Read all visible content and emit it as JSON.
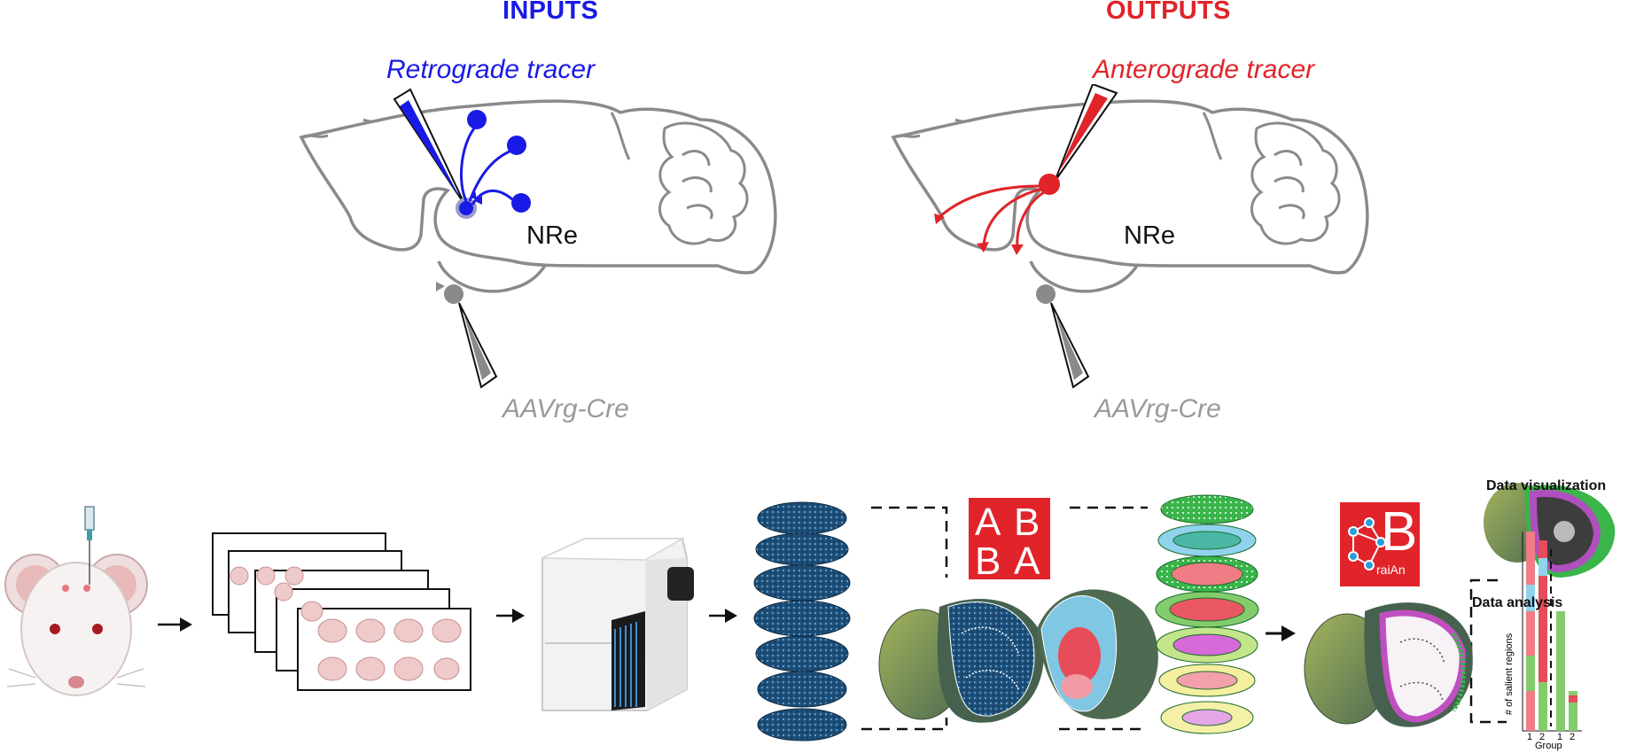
{
  "inputs": {
    "header": "INPUTS",
    "tracer_label": "Retrograde tracer",
    "region_label": "NRe",
    "virus_label": "AAVrg-Cre",
    "color": "#1a1ae6"
  },
  "outputs": {
    "header": "OUTPUTS",
    "tracer_label": "Anterograde tracer",
    "region_label": "NRe",
    "virus_label": "AAVrg-Cre",
    "color": "#e0242a"
  },
  "pipeline": {
    "abba_logo": [
      "A",
      "B",
      "B",
      "A"
    ],
    "braian_logo": {
      "big": "B",
      "small": "raiAn"
    },
    "data_visualization_label": "Data visualization",
    "data_analysis_label": "Data analysis",
    "chart_ylabel": "# of salient regions",
    "chart_xlabel": "Group",
    "chart_ticks": [
      "1",
      "2",
      "1",
      "2"
    ]
  },
  "colors": {
    "neutral_grey": "#8a8a8a",
    "logo_red": "#e0242a",
    "section_blue": "#1e4f78"
  }
}
